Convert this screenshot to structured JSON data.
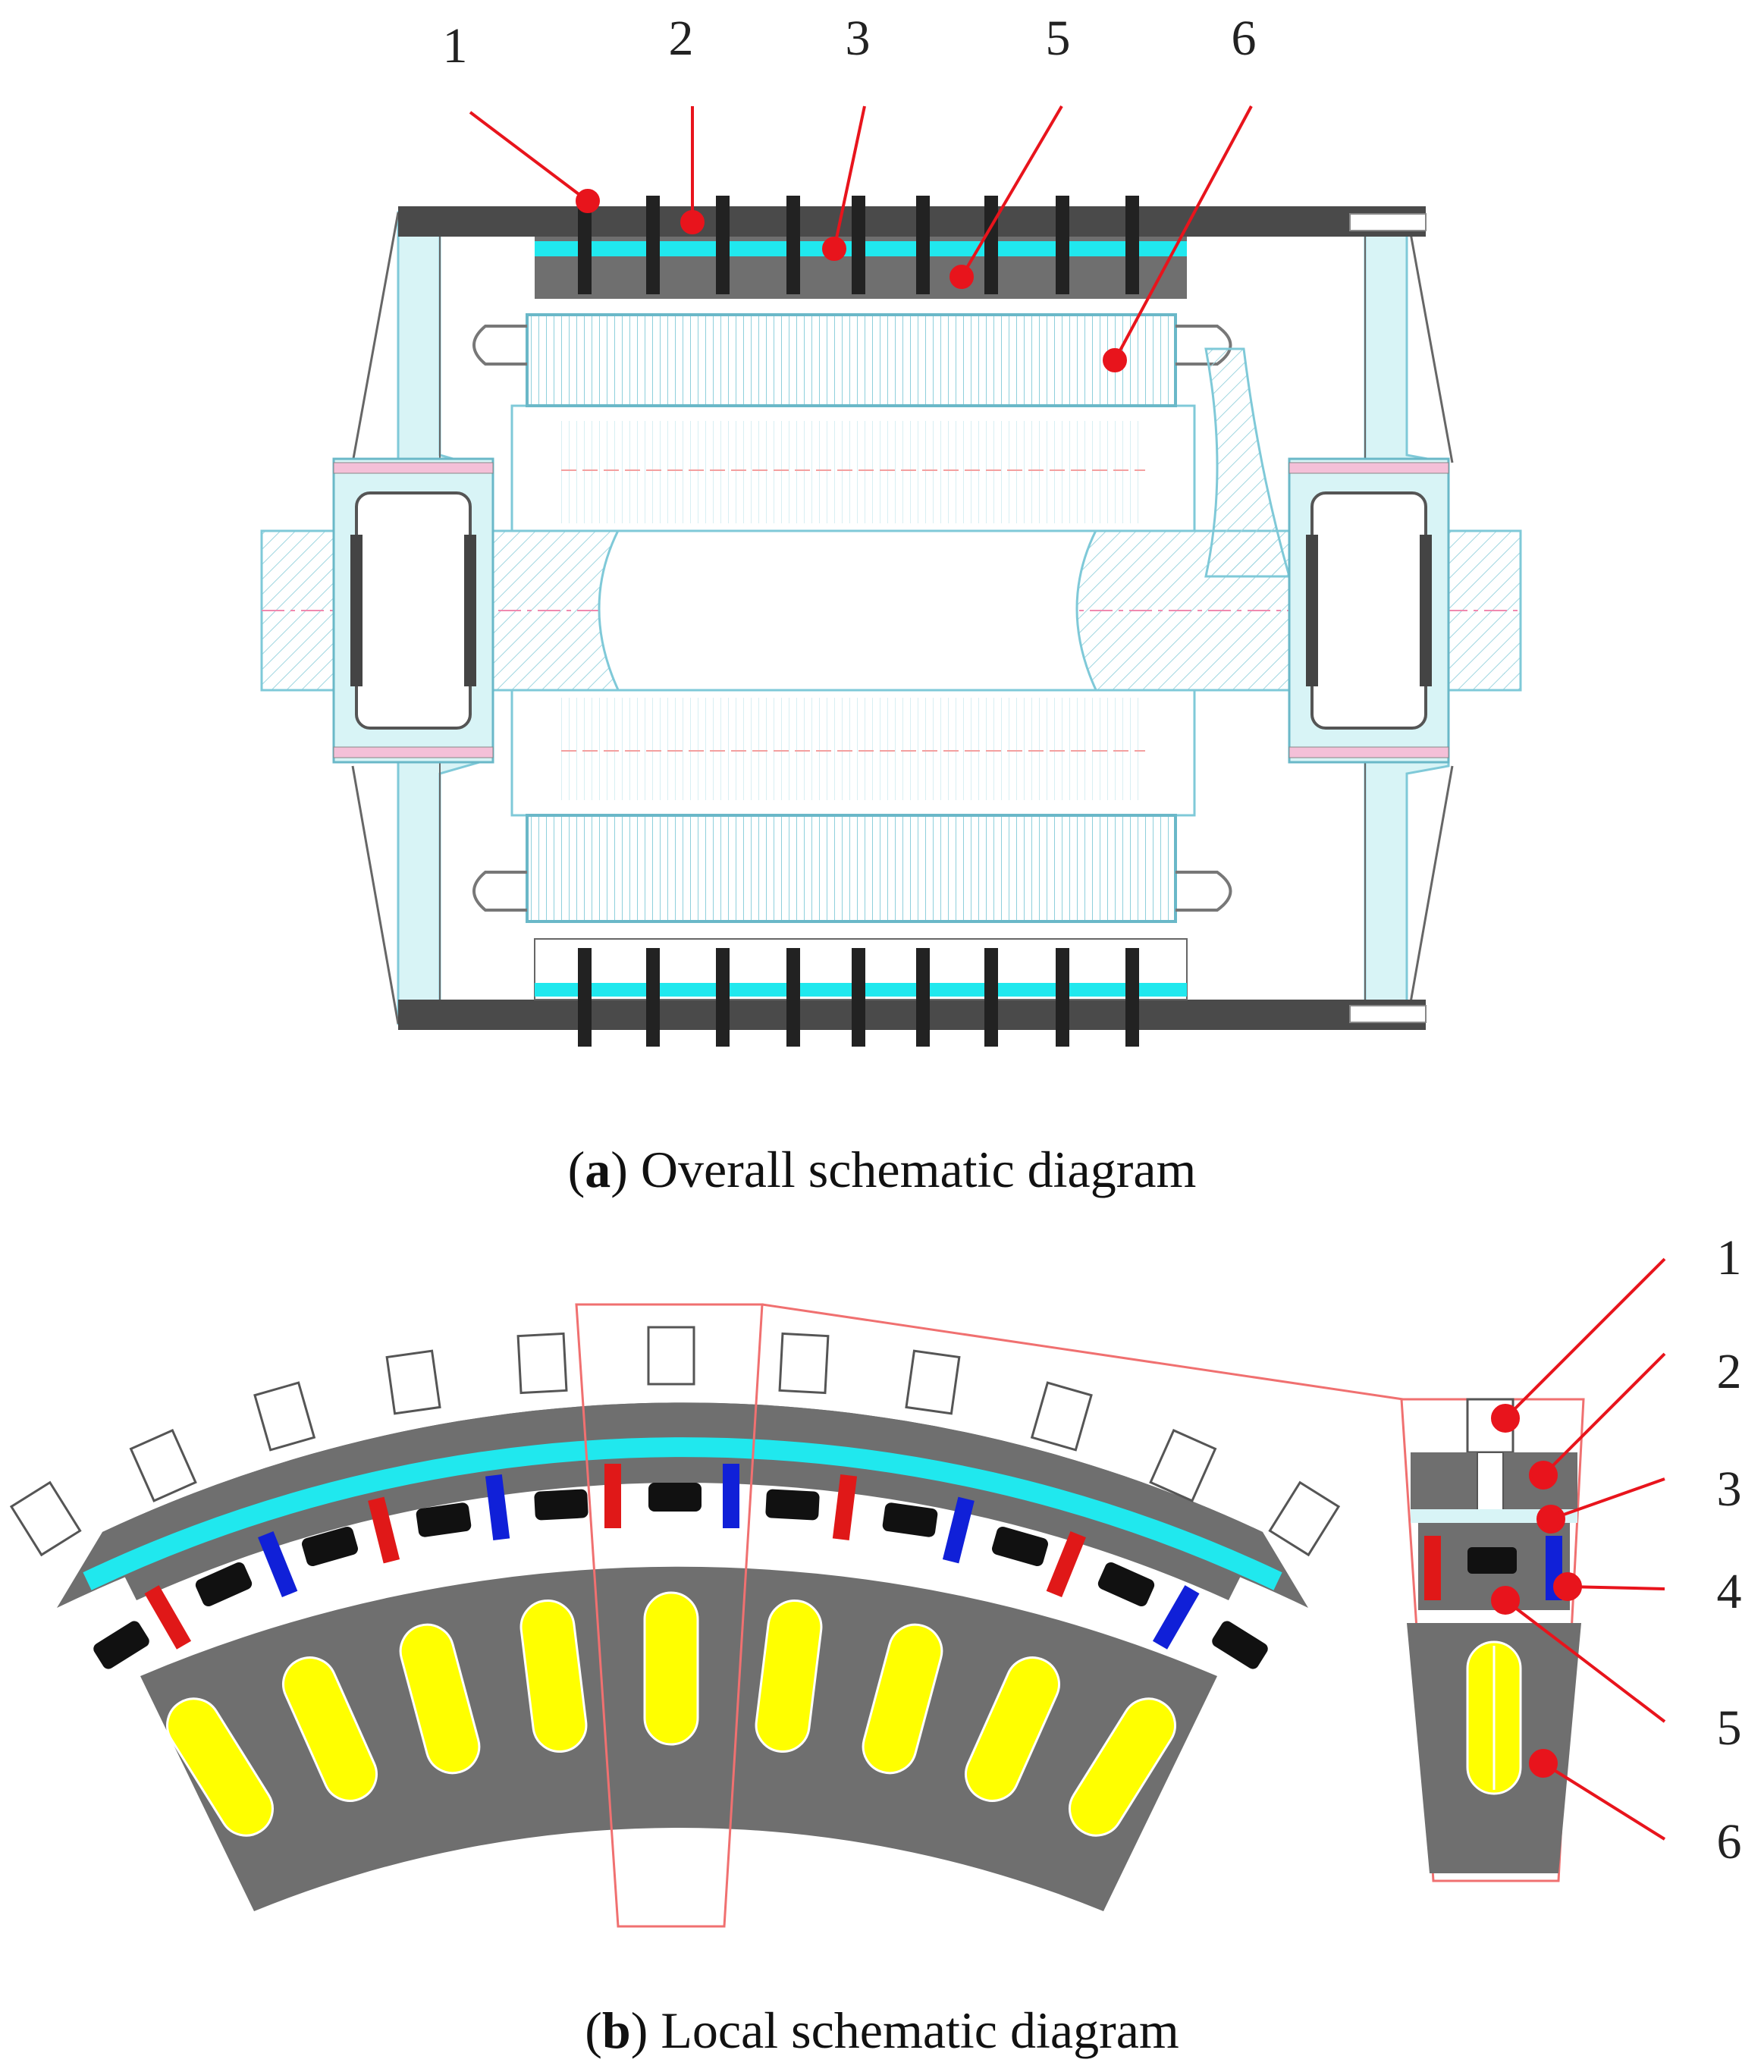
{
  "colors": {
    "callout": "#e8141c",
    "steel": "#6f6f6f",
    "frame": "#4a4a4a",
    "cyan": "#20e8ee",
    "light_cyan": "#d8f4f6",
    "line_cyan": "#7fc9d8",
    "coil": "#ffff00",
    "magnet_n": "#e01818",
    "magnet_s": "#1020d8",
    "zoom_outline": "#f07070"
  },
  "panel_a": {
    "labels": [
      "1",
      "2",
      "3",
      "5",
      "6"
    ],
    "caption": {
      "open": "(",
      "letter": "a",
      "rest": ") Overall schematic diagram"
    }
  },
  "panel_b": {
    "labels": [
      "1",
      "2",
      "3",
      "4",
      "5",
      "6"
    ],
    "caption": {
      "open": "(",
      "letter": "b",
      "rest": ") Local schematic diagram"
    }
  }
}
